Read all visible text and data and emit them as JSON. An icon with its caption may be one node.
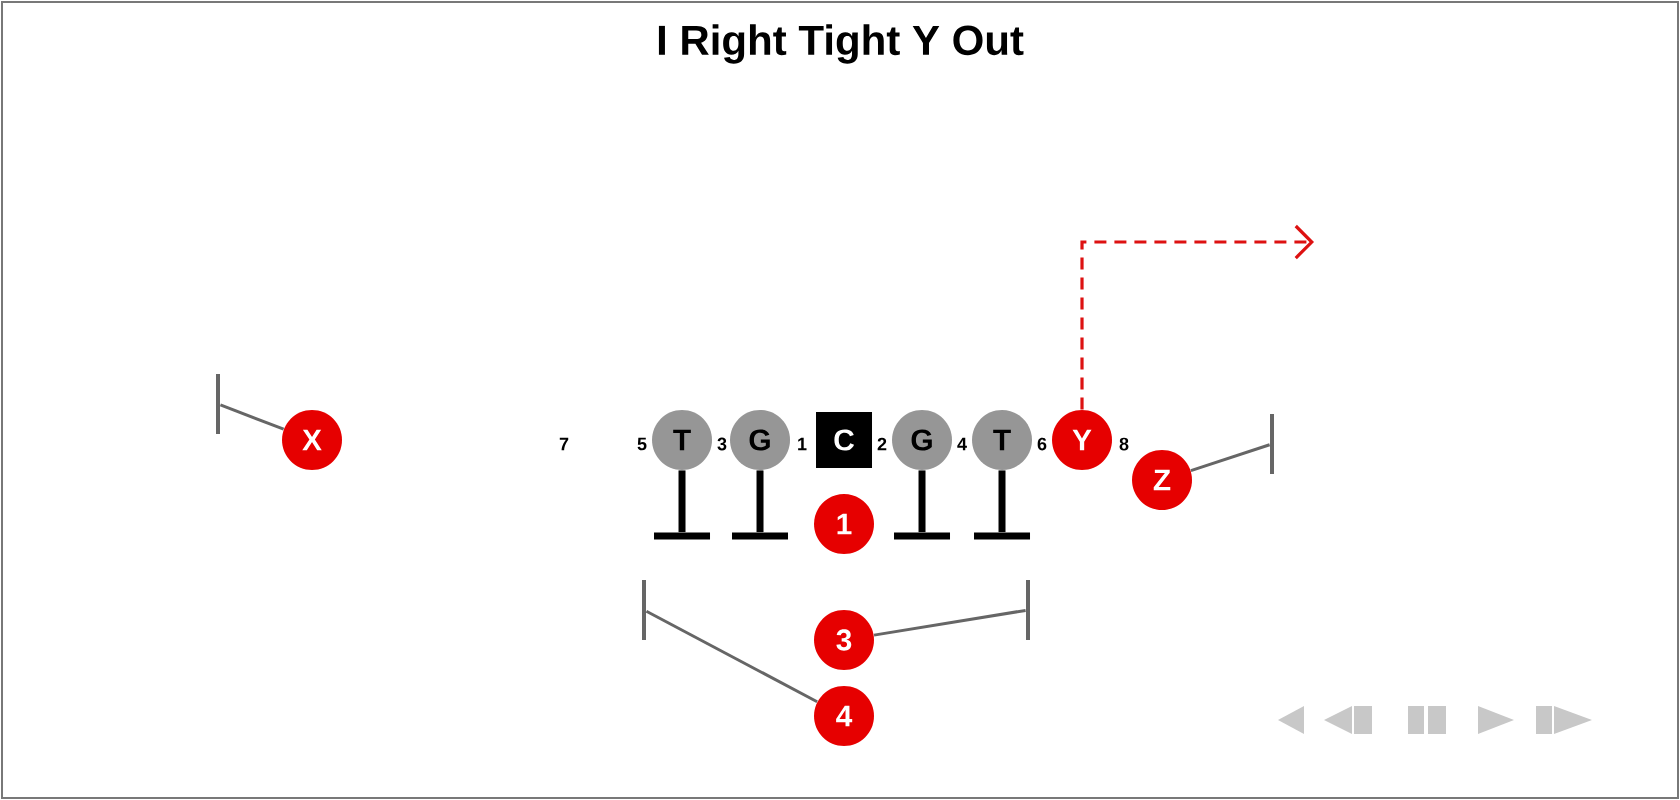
{
  "diagram": {
    "title": "I Right Tight Y Out",
    "nodes": [
      {
        "text": [
          "X"
        ]
      },
      {
        "text": [
          "T"
        ]
      },
      {
        "text": [
          "G"
        ]
      },
      {
        "text": [
          "C"
        ]
      },
      {
        "text": [
          "G"
        ]
      },
      {
        "text": [
          "T"
        ]
      },
      {
        "text": [
          "Y"
        ]
      },
      {
        "text": [
          "Z"
        ]
      },
      {
        "text": [
          "1"
        ]
      },
      {
        "text": [
          "3"
        ]
      },
      {
        "text": [
          "4"
        ]
      },
      {
        "text": [],
        "shape": "bar"
      },
      {
        "text": [],
        "shape": "bar"
      },
      {
        "text": [],
        "shape": "bar"
      },
      {
        "text": [],
        "shape": "bar"
      },
      {
        "text": [],
        "shape": "bar"
      },
      {
        "text": [],
        "shape": "bar"
      },
      {
        "text": [],
        "shape": "bar"
      },
      {
        "text": [],
        "shape": "bar"
      }
    ],
    "edges": [
      {
        "from": 0,
        "to": 11,
        "arrow": "none",
        "color": "#666666"
      },
      {
        "from": 1,
        "to": 13,
        "arrow": "none",
        "style": "thick",
        "color": "#000000"
      },
      {
        "from": 2,
        "to": 14,
        "arrow": "none",
        "style": "thick",
        "color": "#000000"
      },
      {
        "from": 4,
        "to": 15,
        "arrow": "none",
        "style": "thick",
        "color": "#000000"
      },
      {
        "from": 5,
        "to": 16,
        "arrow": "none",
        "style": "thick",
        "color": "#000000"
      },
      {
        "from": 6,
        "to": null,
        "arrow": "to",
        "style": "dashed",
        "color": "#dd1111"
      },
      {
        "from": 7,
        "to": 12,
        "arrow": "none",
        "color": "#666666"
      },
      {
        "from": 9,
        "to": 18,
        "arrow": "none",
        "color": "#666666"
      },
      {
        "from": 10,
        "to": 17,
        "arrow": "none",
        "color": "#666666"
      }
    ],
    "labels": [
      "7",
      "5",
      "3",
      "1",
      "2",
      "4",
      "6",
      "8"
    ]
  }
}
